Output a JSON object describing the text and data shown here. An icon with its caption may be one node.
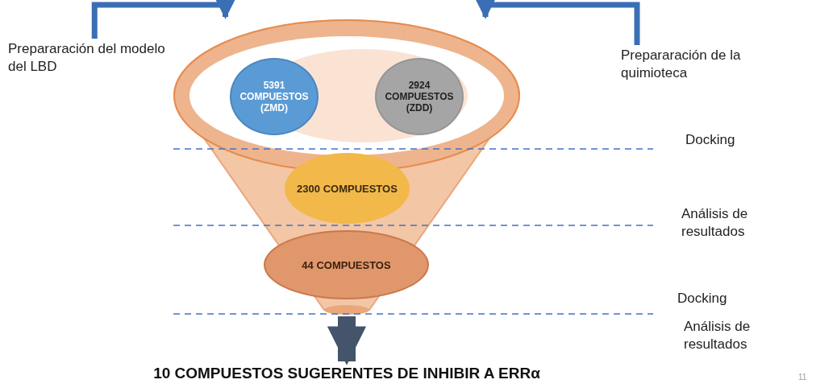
{
  "diagram": {
    "nodes": [
      {
        "text": [],
        "shape": "funnel"
      },
      {
        "text": [
          "5391 COMPUESTOS (ZMD)"
        ],
        "in": 0
      },
      {
        "text": [
          "2924 COMPUESTOS (ZDD)"
        ],
        "in": 0
      },
      {
        "text": [
          "2300 COMPUESTOS"
        ],
        "in": 0
      },
      {
        "text": [
          "44 COMPUESTOS"
        ],
        "in": 0
      },
      {
        "text": [
          "Prepararación del modelo del LBD"
        ]
      },
      {
        "text": [
          "Prepararación de la quimioteca"
        ]
      },
      {
        "text": [
          "10 COMPUESTOS SUGERENTES DE INHIBIR A ERRα"
        ]
      }
    ],
    "edges": [
      {
        "from": 5,
        "to": 0,
        "arrow": "to"
      },
      {
        "from": 6,
        "to": 0,
        "arrow": "to"
      },
      {
        "from": 0,
        "to": 7,
        "arrow": "to",
        "style": "thick"
      }
    ],
    "labels": [
      "Docking",
      "Análisis de resultados",
      "Docking",
      "Análisis de resultados",
      "11"
    ]
  }
}
